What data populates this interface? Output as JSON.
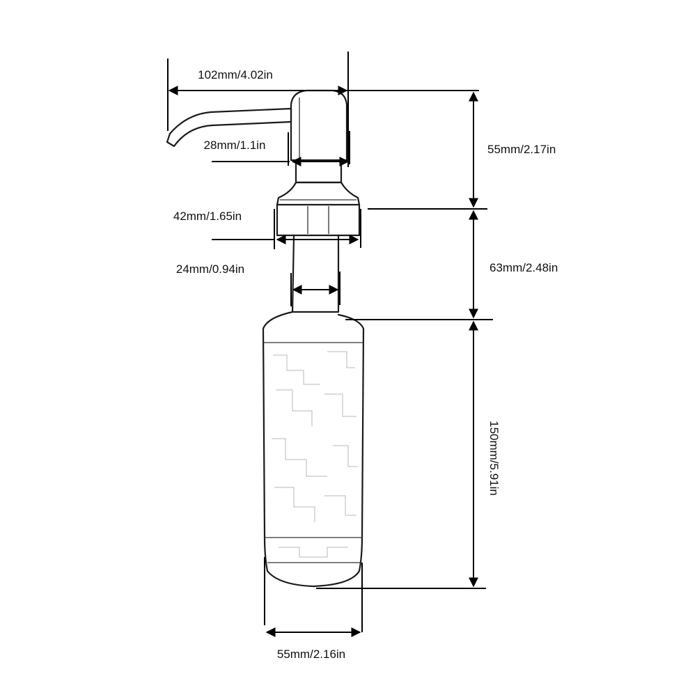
{
  "dimensions": {
    "spout_width": "102mm/4.02in",
    "pump_head_diameter": "28mm/1.1in",
    "collar_diameter": "42mm/1.65in",
    "neck_diameter": "24mm/0.94in",
    "bottle_diameter": "55mm/2.16in",
    "pump_head_height": "55mm/2.17in",
    "shank_height": "63mm/2.48in",
    "bottle_height": "150mm/5.91in"
  },
  "colors": {
    "ink": "#000000",
    "background": "#ffffff",
    "texture": "#b8b8b8"
  }
}
